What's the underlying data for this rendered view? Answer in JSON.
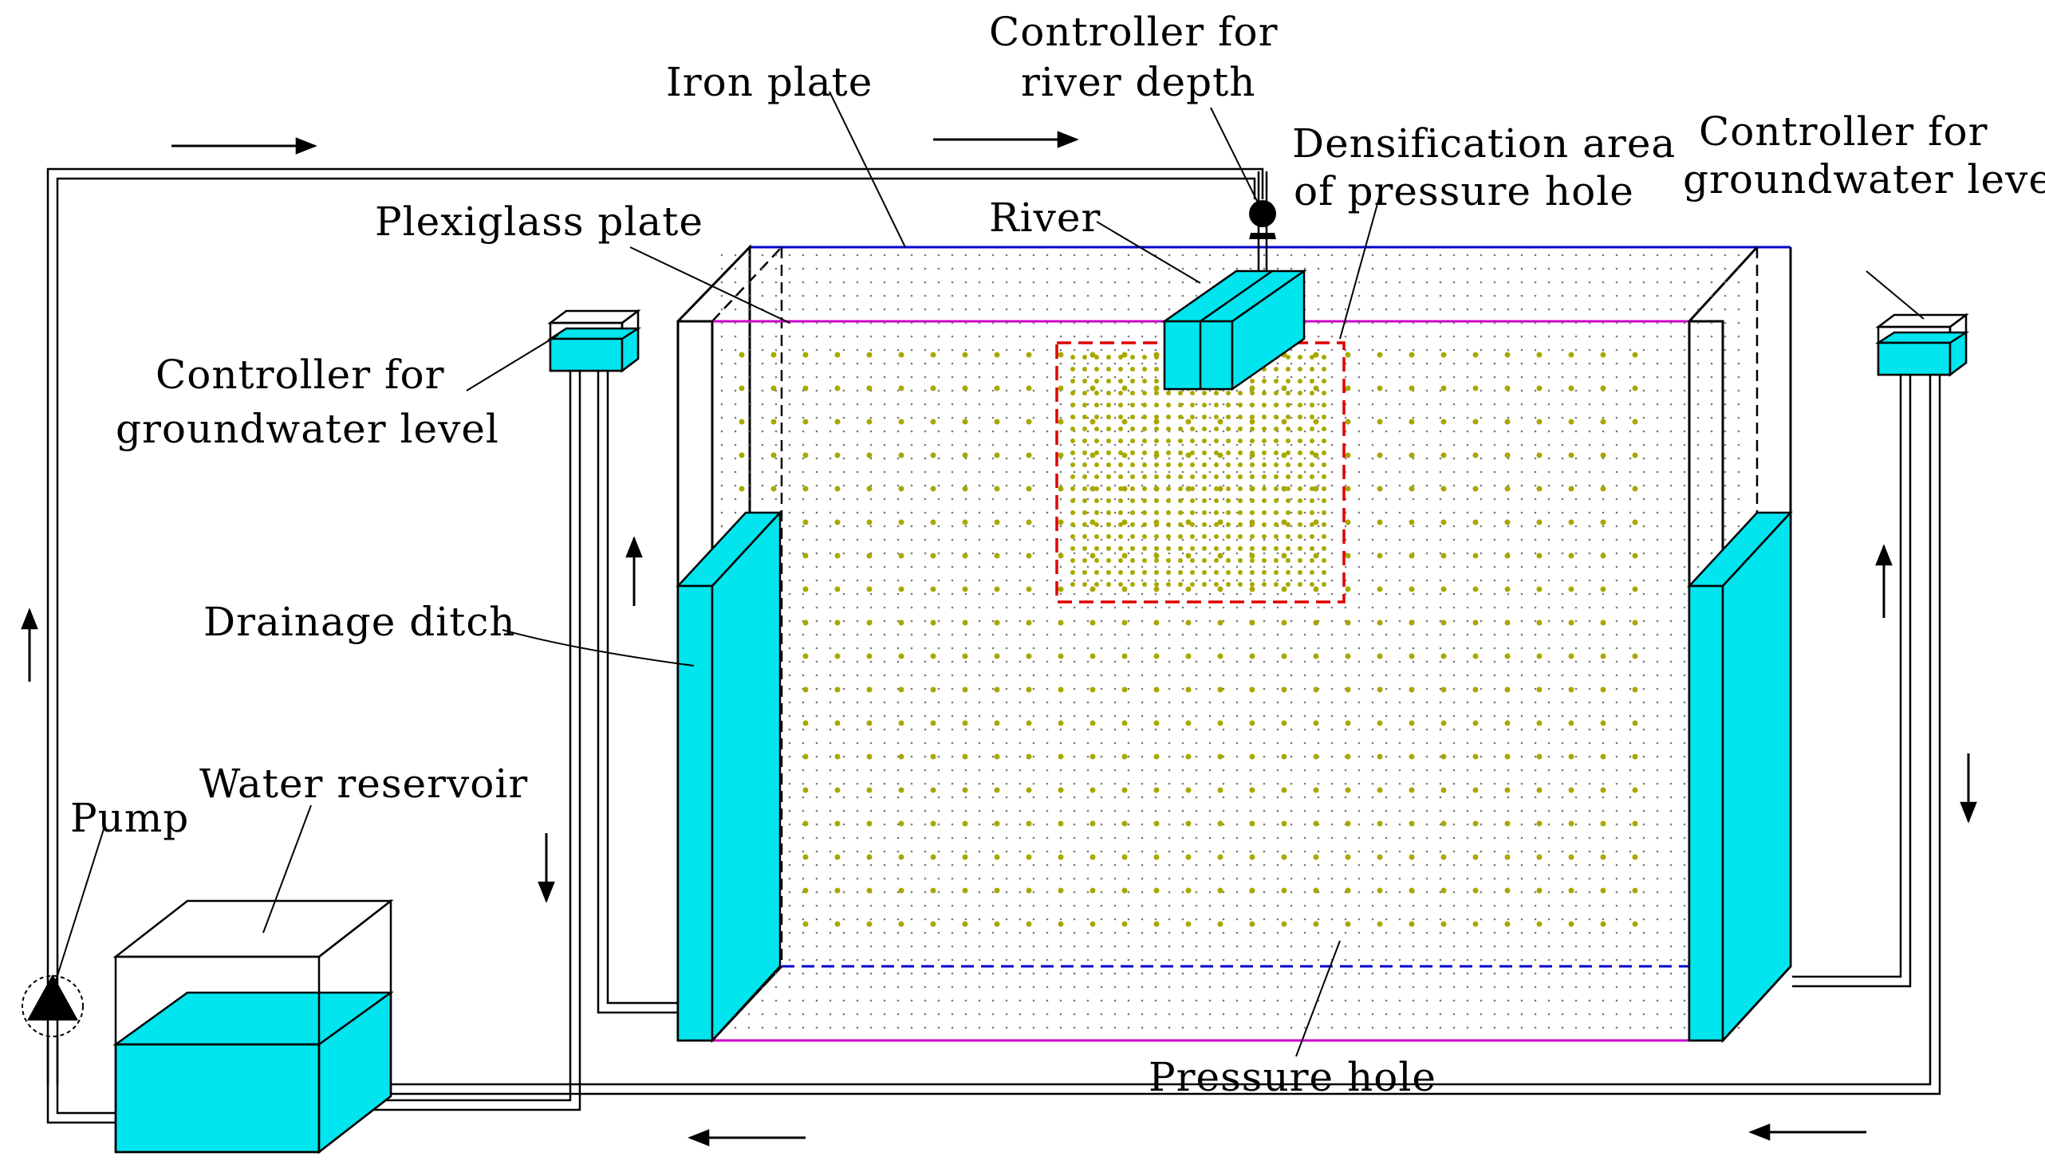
{
  "labels": {
    "iron_plate": "Iron plate",
    "controller_river_1": "Controller for",
    "controller_river_2": "river depth",
    "densification_1": "Densification area",
    "densification_2": "of pressure hole",
    "controller_gw_right_1": "Controller for",
    "controller_gw_right_2": "groundwater level",
    "plexiglass_plate": "Plexiglass plate",
    "river": "River",
    "controller_gw_left_1": "Controller for",
    "controller_gw_left_2": "groundwater level",
    "drainage_ditch": "Drainage ditch",
    "water_reservoir": "Water reservoir",
    "pump": "Pump",
    "pressure_hole": "Pressure hole"
  },
  "colors": {
    "water": "#00e5ee",
    "iron_plate_edge": "#0000cc",
    "plexiglass_edge": "#cc00cc",
    "densification_box": "#e00000",
    "bottom_dashed": "#0000cc",
    "grid_dot": "#777777",
    "pressure_hole_dot": "#a8a800"
  },
  "icons": {
    "pump": "pump-triangle-icon",
    "river_controller": "valve-knob-icon",
    "flow_arrow": "flow-arrow-icon"
  }
}
